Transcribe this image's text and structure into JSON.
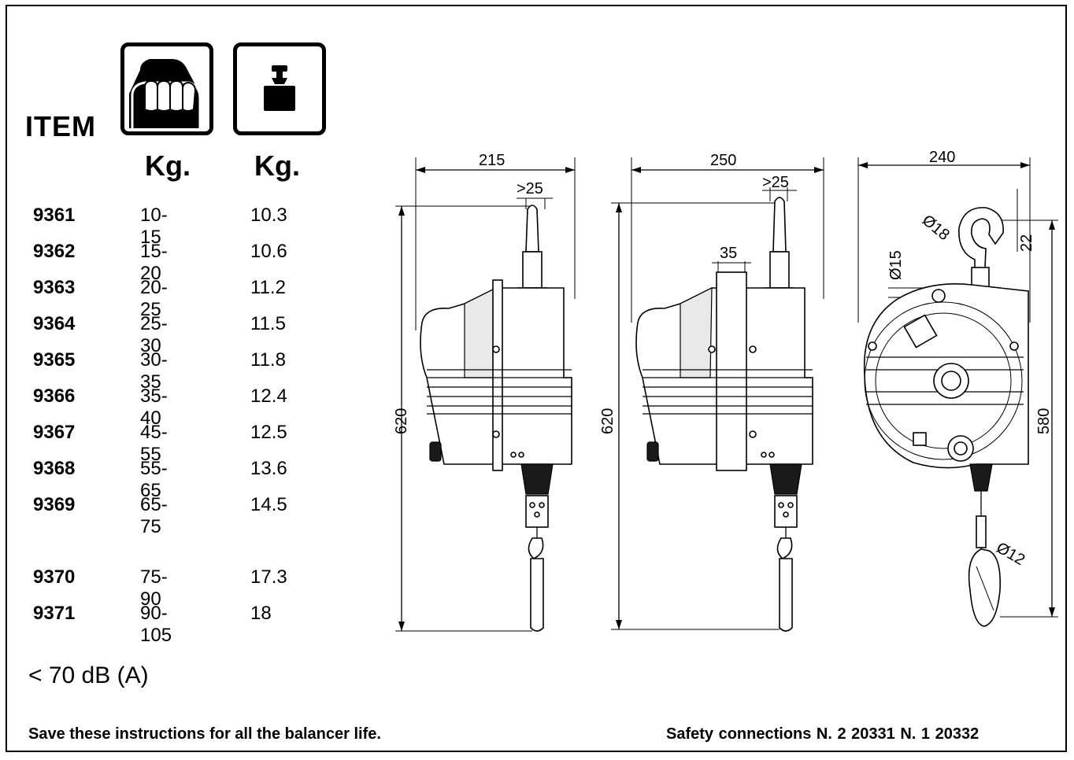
{
  "header": {
    "item_label": "ITEM",
    "load_icon": "hand-gripping-handle-icon",
    "weight_icon": "weight-icon",
    "load_unit": "Kg.",
    "weight_unit": "Kg."
  },
  "rows": [
    {
      "code": "9361",
      "load": "10-15",
      "weight": "10.3"
    },
    {
      "code": "9362",
      "load": "15-20",
      "weight": "10.6"
    },
    {
      "code": "9363",
      "load": "20-25",
      "weight": "11.2"
    },
    {
      "code": "9364",
      "load": "25-30",
      "weight": "11.5"
    },
    {
      "code": "9365",
      "load": "30-35",
      "weight": "11.8"
    },
    {
      "code": "9366",
      "load": "35-40",
      "weight": "12.4"
    },
    {
      "code": "9367",
      "load": "45-55",
      "weight": "12.5"
    },
    {
      "code": "9368",
      "load": "55-65",
      "weight": "13.6"
    },
    {
      "code": "9369",
      "load": "65-75",
      "weight": "14.5"
    },
    {
      "code": "9370",
      "load": "75-90",
      "weight": "17.3"
    },
    {
      "code": "9371",
      "load": "90-105",
      "weight": "18"
    }
  ],
  "noise": "< 70 dB (A)",
  "drawing": {
    "view1": {
      "width": "215",
      "clearance": ">25",
      "height": "620"
    },
    "view2": {
      "width": "250",
      "clearance": ">25",
      "bracket": "35",
      "height": "620"
    },
    "view3": {
      "width": "240",
      "hook_dia": "Ø18",
      "hook_gap": "22",
      "hole_dia": "Ø15",
      "snap_dia": "Ø12",
      "height": "580"
    }
  },
  "footer": {
    "left": "Save these instructions for all the balancer life.",
    "right": "Safety connections N. 2 20331    N. 1 20332"
  }
}
